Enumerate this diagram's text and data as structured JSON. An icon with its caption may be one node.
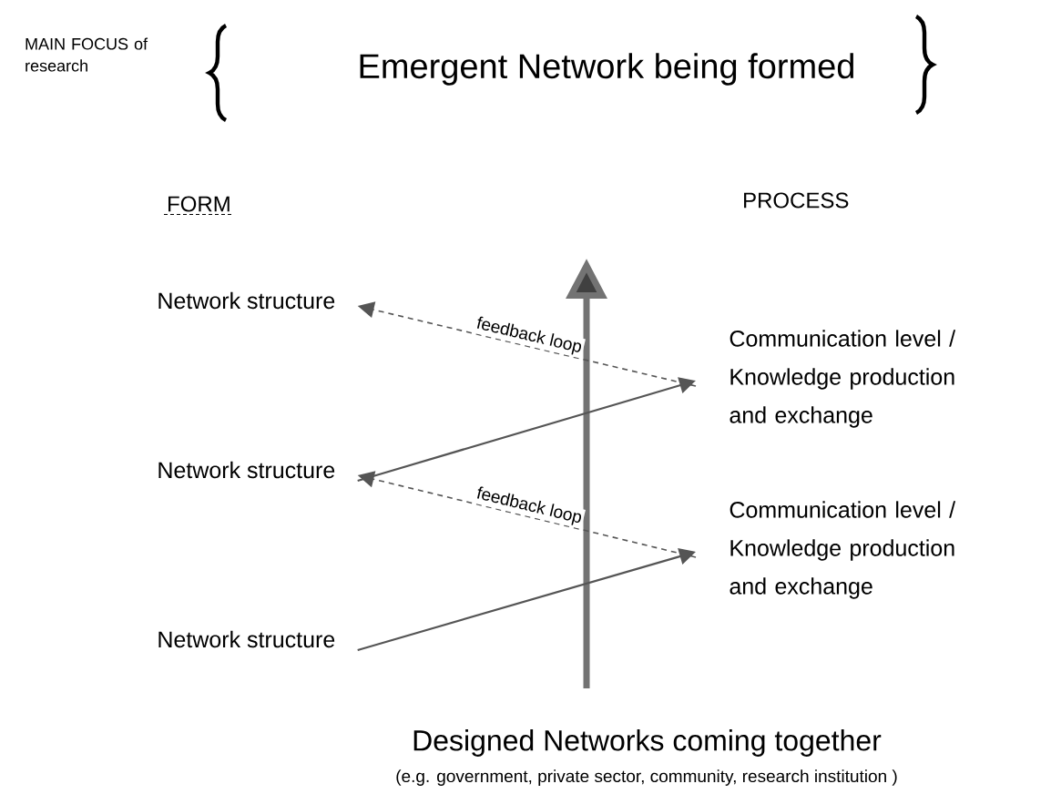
{
  "diagram": {
    "title": "Emergent Network being formed",
    "nodes": [
      {
        "text": [
          "Network structure"
        ]
      },
      {
        "text": [
          "Network structure"
        ]
      },
      {
        "text": [
          "Network structure"
        ]
      },
      {
        "text": [
          "Communication level / Knowledge production and exchange"
        ]
      },
      {
        "text": [
          "Communication level / Knowledge production and exchange"
        ]
      }
    ],
    "edges": [
      {
        "from": 3,
        "to": 0,
        "arrow": "to",
        "label": "feedback loop",
        "style": "dashed"
      },
      {
        "from": 1,
        "to": 3,
        "arrow": "to"
      },
      {
        "from": 4,
        "to": 1,
        "arrow": "to",
        "label": "feedback loop",
        "style": "dashed"
      },
      {
        "from": 2,
        "to": 4,
        "arrow": "to"
      }
    ],
    "labels": [
      "MAIN FOCUS of research",
      "FORM",
      "PROCESS",
      "Designed Networks coming together",
      "(e.g. government, private sector, community, research institution )"
    ]
  }
}
